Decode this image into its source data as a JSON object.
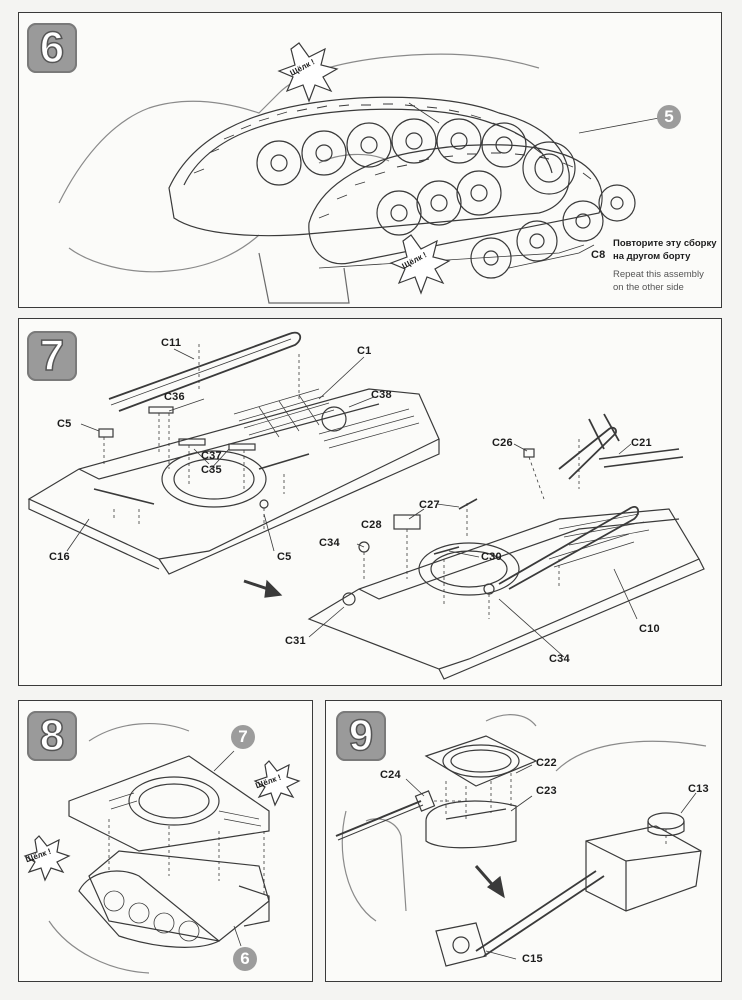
{
  "colors": {
    "badge": "#9a9a9a",
    "ink": "#1c1c1c",
    "line": "#3a3a3a"
  },
  "steps": {
    "s6": {
      "number": "6",
      "click": "Щёлк !",
      "ref": "5",
      "labels": {
        "c8": "C8"
      },
      "note_ru_1": "Повторите эту сборку",
      "note_ru_2": "на другом борту",
      "note_en_1": "Repeat this assembly",
      "note_en_2": "on the other side"
    },
    "s7": {
      "number": "7",
      "labels": {
        "c11": "C11",
        "c1": "C1",
        "c36": "C36",
        "c38": "C38",
        "c5a": "C5",
        "c37": "C37",
        "c35": "C35",
        "c26": "C26",
        "c21": "C21",
        "c16": "C16",
        "c5b": "C5",
        "c27": "C27",
        "c28": "C28",
        "c34a": "C34",
        "c30": "C30",
        "c31": "C31",
        "c10": "C10",
        "c34b": "C34"
      }
    },
    "s8": {
      "number": "8",
      "click_a": "Щёлк !",
      "click_b": "Щёлк !",
      "ref_top": "7",
      "ref_bottom": "6"
    },
    "s9": {
      "number": "9",
      "labels": {
        "c24": "C24",
        "c22": "C22",
        "c23": "C23",
        "c13": "C13",
        "c15": "C15"
      }
    }
  }
}
